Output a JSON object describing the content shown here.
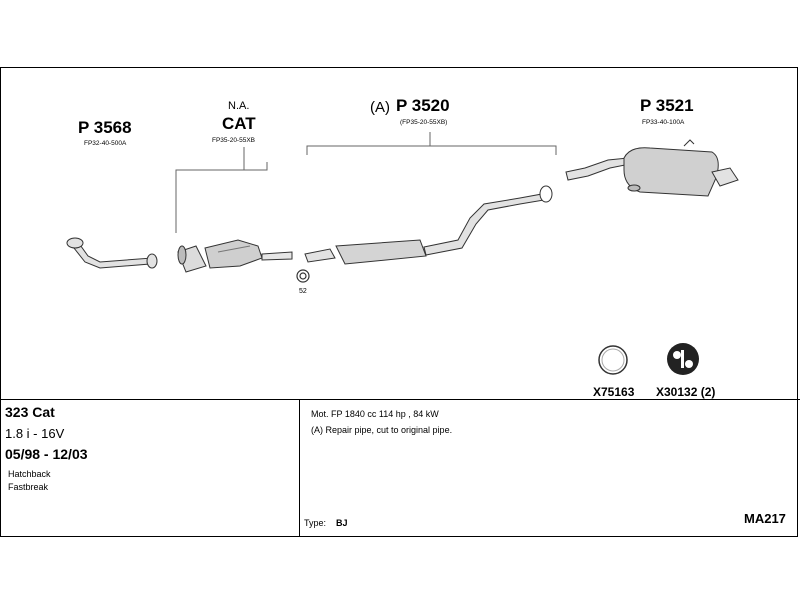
{
  "parts": {
    "p3568": {
      "number": "P 3568",
      "code": "FP32-40-500A"
    },
    "cat": {
      "prefix": "N.A.",
      "number": "CAT",
      "code": "FP35-20-55XB"
    },
    "p3520": {
      "marker": "(A)",
      "number": "P 3520",
      "code": "(FP35-20-55XB)"
    },
    "p3521": {
      "number": "P 3521",
      "code": "FP33-40-100A"
    },
    "gasket_no": "52"
  },
  "accessories": [
    {
      "code": "X75163"
    },
    {
      "code": "X30132 (2)"
    }
  ],
  "vehicle": {
    "model": "323 Cat",
    "engine": "1.8 i - 16V",
    "dates": "05/98 - 12/03",
    "body_1": "Hatchback",
    "body_2": "Fastbreak"
  },
  "notes": {
    "motor": "Mot. FP 1840 cc 114 hp , 84 kW",
    "repair": "(A) Repair pipe, cut to original pipe.",
    "type_label": "Type:",
    "type_value": "BJ",
    "ref": "MA217"
  }
}
